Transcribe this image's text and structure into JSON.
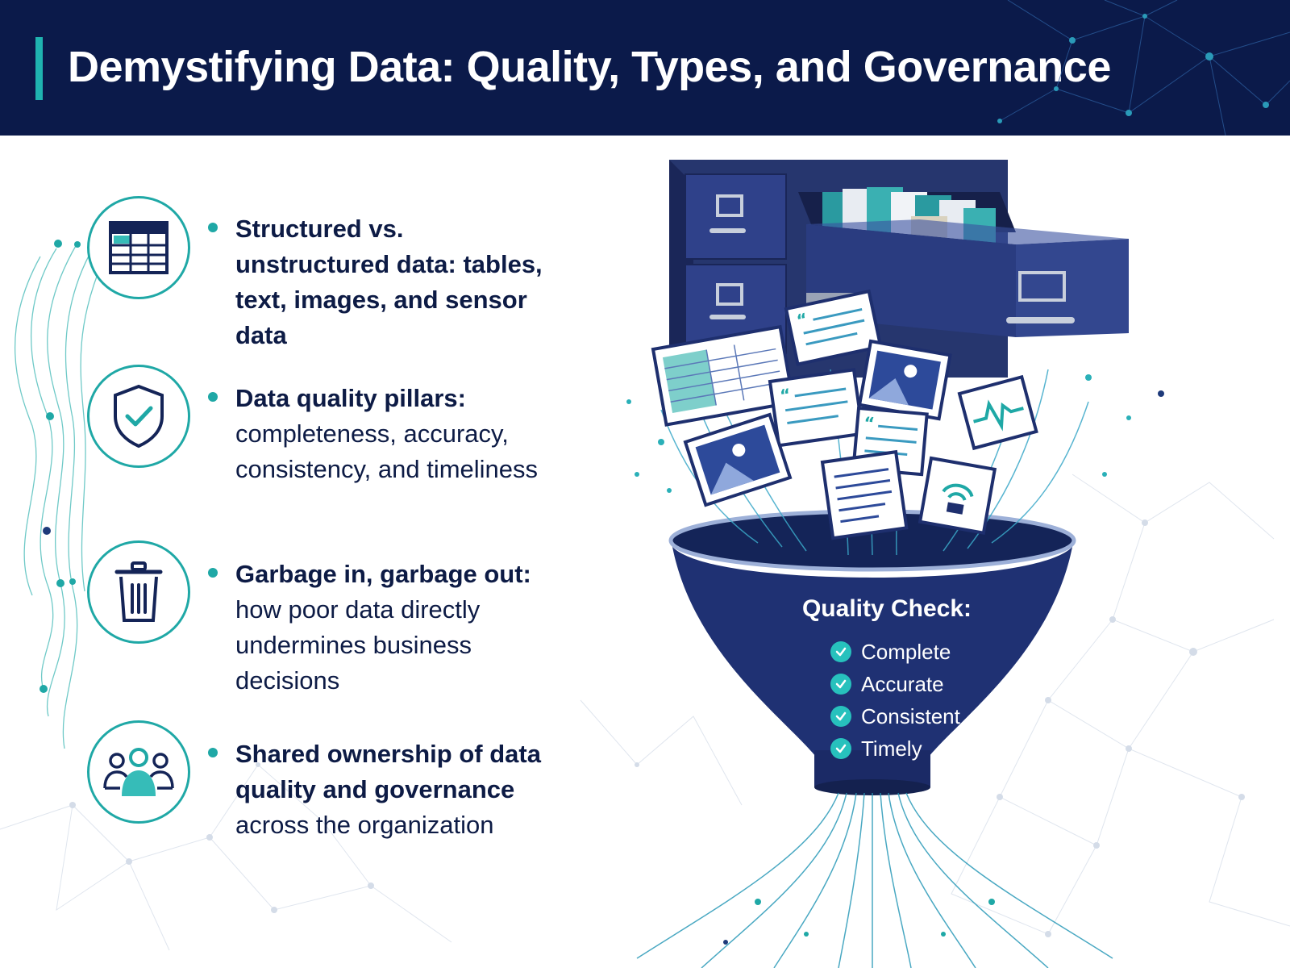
{
  "header": {
    "title": "Demystifying Data: Quality, Types, and Governance"
  },
  "points": [
    {
      "icon": "table-icon",
      "lead": "Structured vs. unstructured data: tables, text, images, and sensor data",
      "rest": ""
    },
    {
      "icon": "shield-check-icon",
      "lead": "Data quality pillars:",
      "rest": "completeness, accuracy, consistency, and timeliness"
    },
    {
      "icon": "trash-icon",
      "lead": "Garbage in, garbage out:",
      "rest": "how poor data directly undermines business decisions"
    },
    {
      "icon": "people-group-icon",
      "lead": "Shared ownership of data quality and governance",
      "rest": "across the organization"
    }
  ],
  "quality_check": {
    "title": "Quality Check:",
    "items": [
      "Complete",
      "Accurate",
      "Consistent",
      "Timely"
    ]
  },
  "colors": {
    "navy": "#0b1a4a",
    "teal": "#1fa8a6",
    "cabinet": "#2c3d7a",
    "funnel": "#1e2f6e"
  }
}
